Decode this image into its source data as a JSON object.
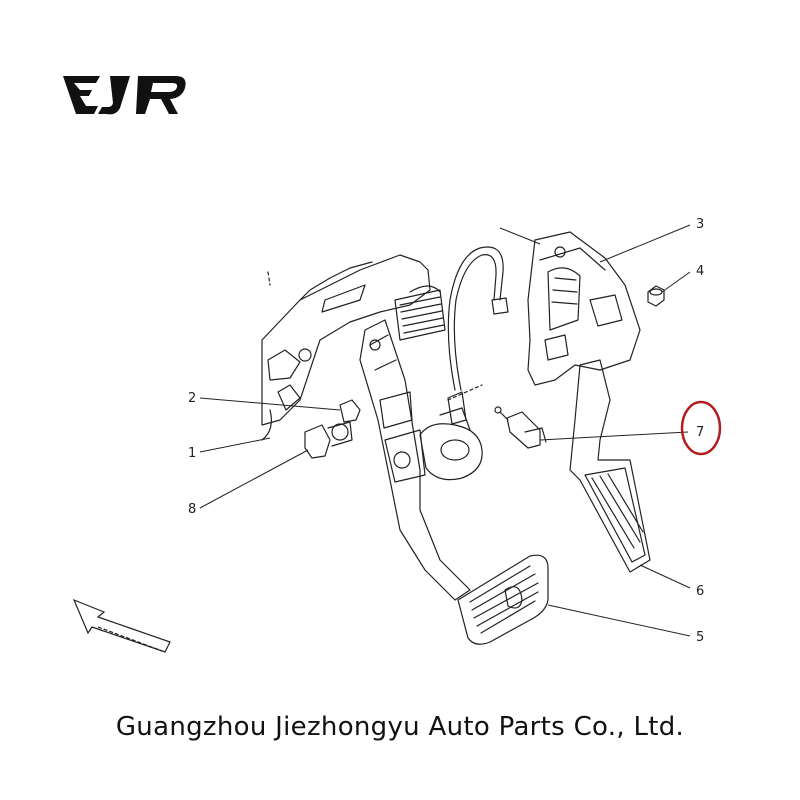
{
  "logo": {
    "text": "EJR"
  },
  "callouts": [
    {
      "id": "1",
      "label": "1"
    },
    {
      "id": "2",
      "label": "2"
    },
    {
      "id": "3",
      "label": "3"
    },
    {
      "id": "4",
      "label": "4"
    },
    {
      "id": "5",
      "label": "5"
    },
    {
      "id": "6",
      "label": "6"
    },
    {
      "id": "7",
      "label": "7",
      "highlighted": true
    },
    {
      "id": "8",
      "label": "8"
    }
  ],
  "footer": {
    "company": "Guangzhou Jiezhongyu Auto Parts Co., Ltd."
  },
  "colors": {
    "line": "#222222",
    "highlight": "#b02020",
    "background": "#ffffff"
  }
}
